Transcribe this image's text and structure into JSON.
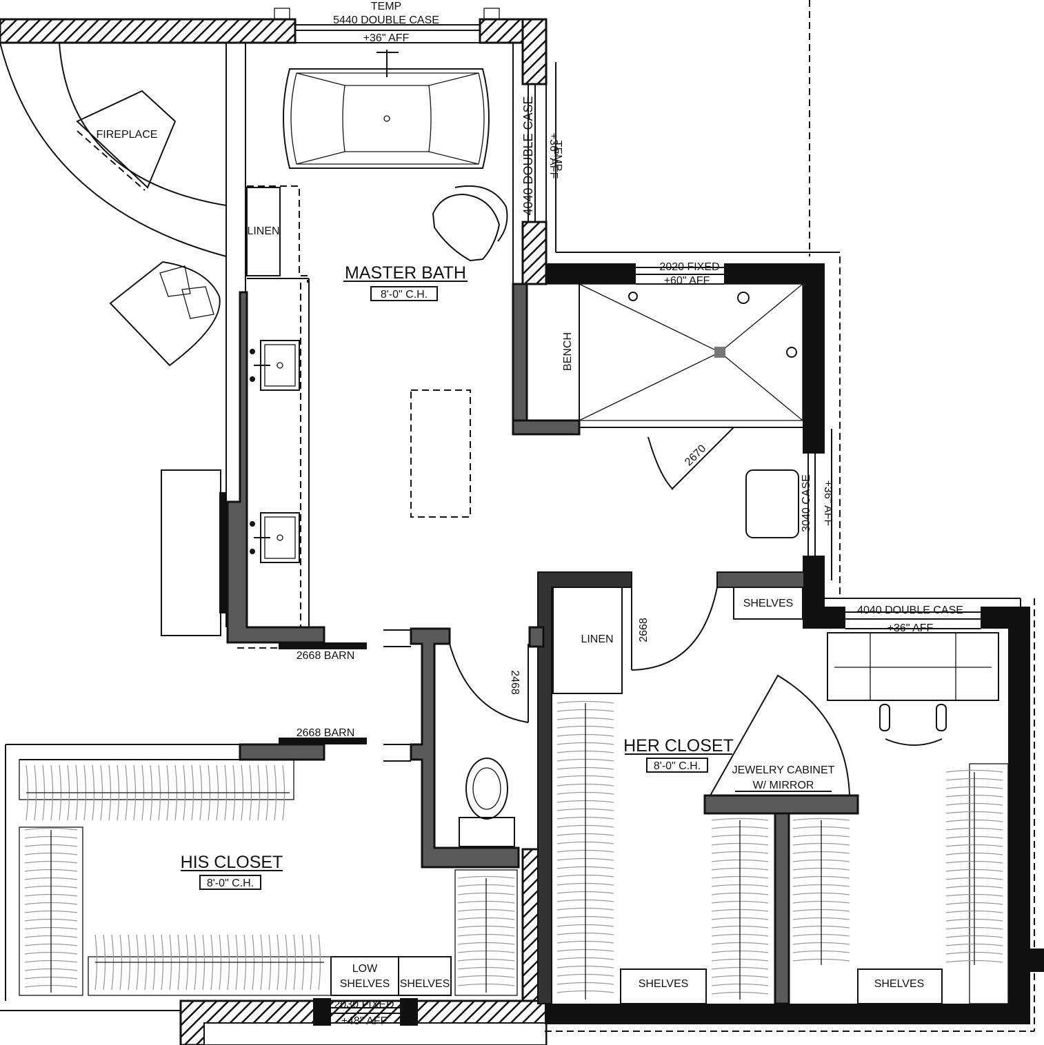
{
  "rooms": {
    "master_bath": {
      "name": "MASTER BATH",
      "ceiling": "8'-0\" C.H."
    },
    "her_closet": {
      "name": "HER CLOSET",
      "ceiling": "8'-0\" C.H."
    },
    "his_closet": {
      "name": "HIS CLOSET",
      "ceiling": "8'-0\" C.H."
    }
  },
  "fixtures": {
    "fireplace": "FIREPLACE",
    "linen_bath": "LINEN",
    "linen_closet": "LINEN",
    "bench": "BENCH",
    "shelves_bath": "SHELVES",
    "jewelry_line1": "JEWELRY CABINET",
    "jewelry_line2": "W/ MIRROR",
    "shelves_her_left": "SHELVES",
    "shelves_her_right": "SHELVES",
    "low_shelves_line1": "LOW",
    "low_shelves_line2": "SHELVES",
    "shelves_his": "SHELVES"
  },
  "windows": {
    "top_bath": {
      "temp": "TEMP",
      "size": "5440 DOUBLE CASE",
      "aff": "+36\" AFF"
    },
    "side_bath": {
      "size": "4040 DOUBLE CASE",
      "aff": "+36\" AFF",
      "temp": "TEMP"
    },
    "shower": {
      "size": "2020 FIXED",
      "aff": "+60\" AFF"
    },
    "side_case": {
      "size": "3040 CASE",
      "aff": "+36\" AFF"
    },
    "her_closet": {
      "size": "4040 DOUBLE CASE",
      "aff": "+36\" AFF"
    },
    "his_closet": {
      "size": "2030 FIXED",
      "aff": "+48\" AFF"
    }
  },
  "doors": {
    "barn_top": "2668 BARN",
    "barn_bottom": "2668 BARN",
    "wc_door": "2468",
    "shower_door": "2670",
    "her_closet_door": "2668"
  }
}
